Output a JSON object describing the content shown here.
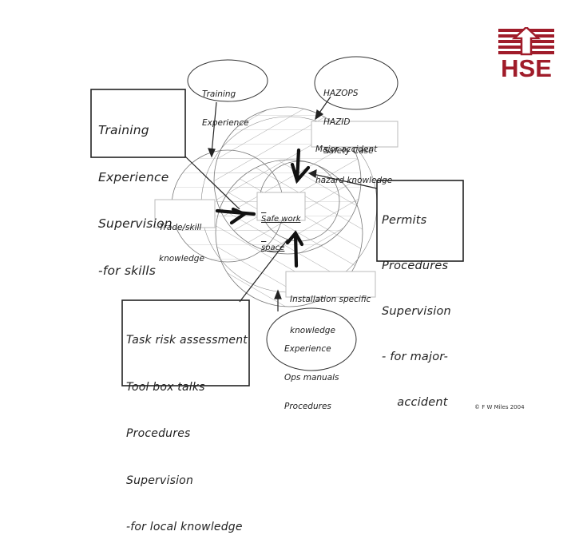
{
  "logo": {
    "text": "HSE",
    "color": "#a01c2a"
  },
  "center": {
    "lines": [
      "Safe work",
      "space"
    ]
  },
  "inputs": {
    "training_skills": {
      "lines": [
        "Training",
        "Experience",
        "Supervision",
        "-for skills"
      ]
    },
    "permits": {
      "lines": [
        "Permits",
        "Procedures",
        "Supervision",
        "- for major-",
        "    accident"
      ]
    },
    "task_risk": {
      "lines": [
        "Task risk assessment",
        "Tool box talks",
        "Procedures",
        "Supervision",
        "-for local knowledge"
      ]
    }
  },
  "knowledge": {
    "trade_skill": {
      "lines": [
        "Trade/skill",
        "knowledge"
      ]
    },
    "major_accident": {
      "lines": [
        "Major accident",
        "hazard knowledge"
      ]
    },
    "installation_specific": {
      "lines": [
        "Installation specific",
        "knowledge"
      ]
    }
  },
  "bubbles": {
    "training_experience": {
      "lines": [
        "Training",
        "Experience"
      ]
    },
    "hazops": {
      "lines": [
        "HAZOPS",
        "HAZID",
        "Safety Case"
      ]
    },
    "experience_ops": {
      "lines": [
        "Experience",
        "Ops manuals",
        "Procedures"
      ]
    }
  },
  "footer": {
    "copyright": "© F W Miles 2004"
  }
}
